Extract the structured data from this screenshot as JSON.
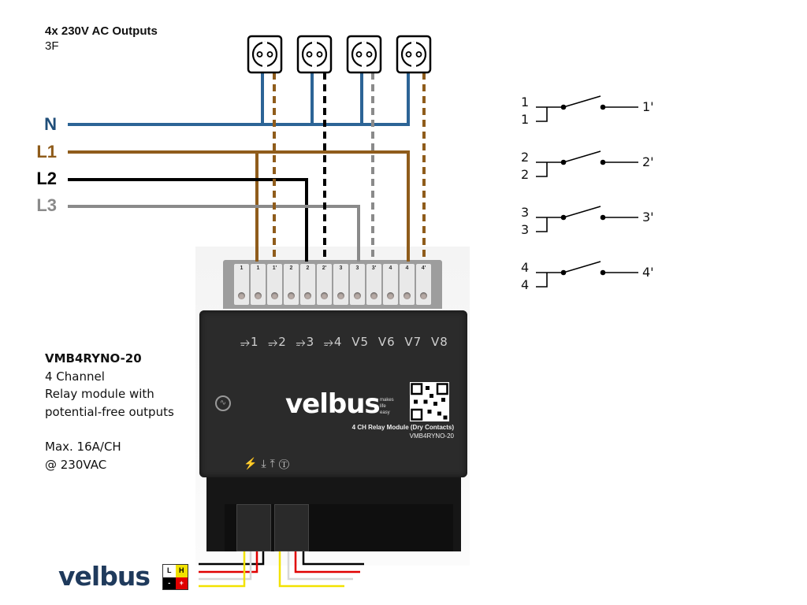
{
  "header": {
    "title": "4x 230V AC Outputs",
    "subtitle": "3F"
  },
  "phases": [
    {
      "label": "N",
      "color": "#2c6496"
    },
    {
      "label": "L1",
      "color": "#8f5c1b"
    },
    {
      "label": "L2",
      "color": "#000000"
    },
    {
      "label": "L3",
      "color": "#8a8a8a"
    }
  ],
  "sockets": [
    {
      "name": "socket-1",
      "phase": "L1"
    },
    {
      "name": "socket-2",
      "phase": "L2"
    },
    {
      "name": "socket-3",
      "phase": "L3"
    },
    {
      "name": "socket-4",
      "phase": "L1"
    }
  ],
  "device": {
    "terminals": [
      "1",
      "1",
      "1'",
      "2",
      "2",
      "2'",
      "3",
      "3",
      "3'",
      "4",
      "4",
      "4'"
    ],
    "front_labels": "⥴1 ⥴2 ⥴3 ⥴4 V5 V6 V7 V8",
    "channel_labels": [
      "1",
      "2",
      "3",
      "4",
      "V5",
      "V6",
      "V7",
      "V8"
    ],
    "brand": "velbus",
    "tagline": [
      "makes",
      "life",
      "easy"
    ],
    "module_name": "4 CH Relay Module (Dry Contacts)",
    "module_code": "VMB4RYNO-20",
    "status_icons": [
      "power-icon",
      "download-icon",
      "upload-icon",
      "terminator-icon"
    ]
  },
  "info": {
    "name": "VMB4RYNO-20",
    "line1": "4 Channel",
    "line2": "Relay module with",
    "line3": "potential-free outputs",
    "line4": "Max. 16A/CH",
    "line5": "@ 230VAC"
  },
  "relays": [
    {
      "in_top": "1",
      "in_bottom": "1",
      "out": "1'"
    },
    {
      "in_top": "2",
      "in_bottom": "2",
      "out": "2'"
    },
    {
      "in_top": "3",
      "in_bottom": "3",
      "out": "3'"
    },
    {
      "in_top": "4",
      "in_bottom": "4",
      "out": "4'"
    }
  ],
  "footer": {
    "brand": "velbus",
    "badge": [
      "L",
      "H",
      "-",
      "+"
    ],
    "bus_colors": {
      "black": "#000000",
      "red": "#e00000",
      "white": "#d8d8d8",
      "yellow": "#f2e200"
    }
  }
}
